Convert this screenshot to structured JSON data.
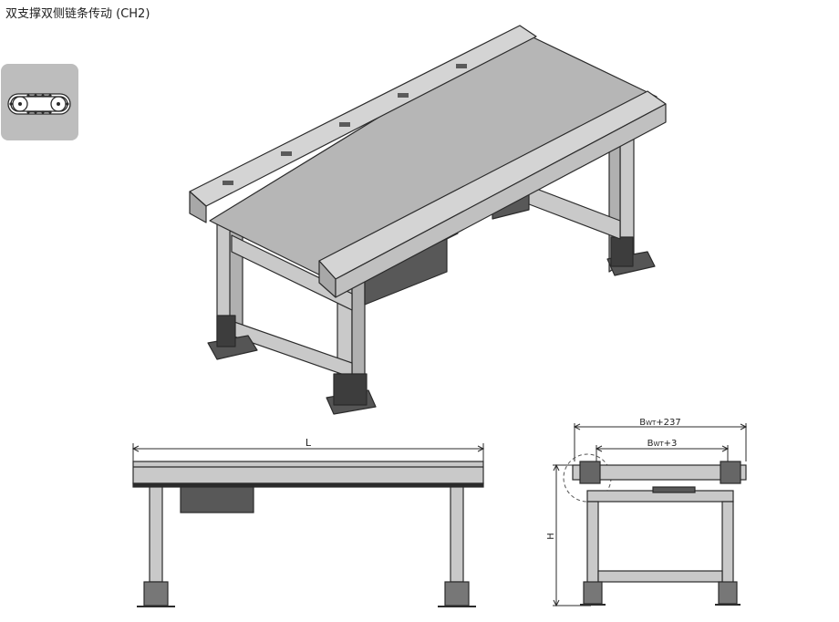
{
  "title": "双支撑双侧链条传动 (CH2)",
  "icons": {
    "chain": "chain-sprocket-icon"
  },
  "dimensions": {
    "length": "L",
    "outer_width_prefix": "B",
    "outer_width_sub": "WT",
    "outer_width_suffix": "+237",
    "inner_width_prefix": "B",
    "inner_width_sub": "WT",
    "inner_width_suffix": "+3",
    "height": "H"
  },
  "colors": {
    "frame": "#c9c9c9",
    "belt": "#b4b4b4",
    "motor": "#585858",
    "outline": "#2b2b2b"
  }
}
